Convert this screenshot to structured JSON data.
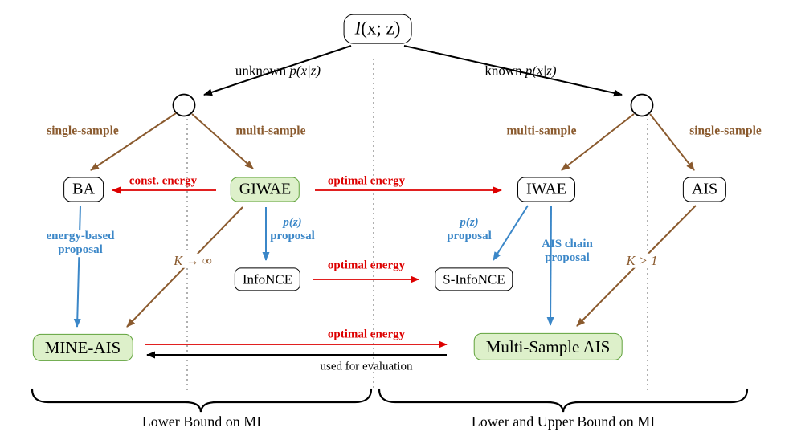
{
  "colors": {
    "brown": "#8a5a2e",
    "red": "#dd0000",
    "blue": "#3b87c8",
    "green_fill": "#ddf0ca",
    "green_border": "#61a23c",
    "dotted_line": "#b0b0b0"
  },
  "root_node": {
    "var": "I",
    "args": "(x; z)"
  },
  "branches": {
    "left": {
      "prefix": "unknown ",
      "math": "p(x|z)"
    },
    "right": {
      "prefix": "known ",
      "math": "p(x|z)"
    }
  },
  "sample_labels": {
    "left_single": "single-sample",
    "left_multi": "multi-sample",
    "right_multi": "multi-sample",
    "right_single": "single-sample"
  },
  "nodes": {
    "ba": "BA",
    "giwae": "GIWAE",
    "iwae": "IWAE",
    "ais": "AIS",
    "infonce": "InfoNCE",
    "s_infonce": "S-InfoNCE",
    "mine_ais": "MINE-AIS",
    "multi_sample_ais": "Multi-Sample AIS"
  },
  "edges": {
    "const_energy": "const. energy",
    "optimal_energy_top": "optimal energy",
    "optimal_energy_mid": "optimal energy",
    "optimal_energy_bottom": "optimal energy",
    "used_for_evaluation": "used for evaluation",
    "energy_based_proposal": {
      "line1": "energy-based",
      "line2": "proposal"
    },
    "pz_proposal_left": {
      "math": "p(z)",
      "text": "proposal"
    },
    "pz_proposal_right": {
      "math": "p(z)",
      "text": "proposal"
    },
    "ais_chain_proposal": {
      "line1": "AIS chain",
      "line2": "proposal"
    },
    "k_to_infinity": "K → ∞",
    "k_greater_one": "K > 1"
  },
  "braces": {
    "left": "Lower Bound on MI",
    "right": "Lower and Upper Bound on MI"
  }
}
